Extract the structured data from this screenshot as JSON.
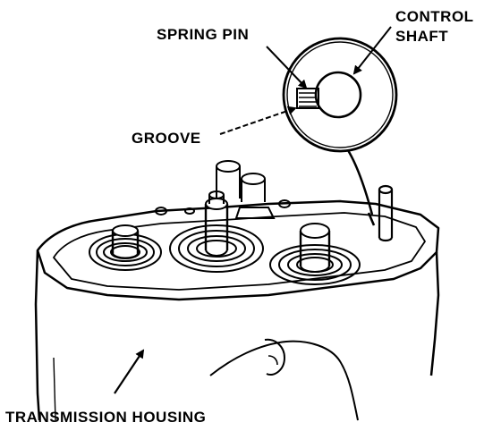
{
  "labels": {
    "spring_pin": "SPRING PIN",
    "control": "CONTROL",
    "shaft": "SHAFT",
    "groove": "GROOVE",
    "housing": "TRANSMISSION HOUSING"
  },
  "colors": {
    "ink": "#000000",
    "paper": "#ffffff"
  }
}
